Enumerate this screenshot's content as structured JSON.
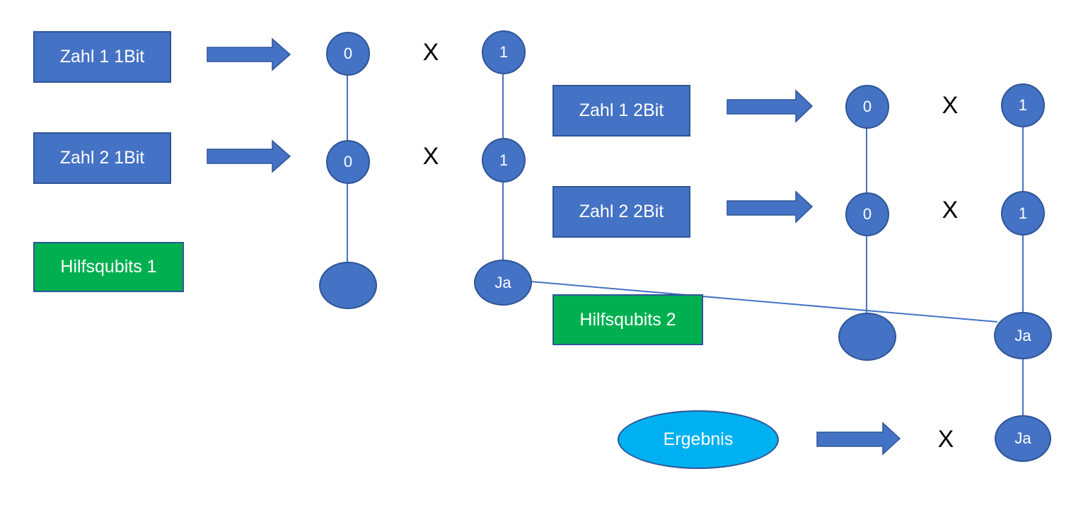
{
  "colors": {
    "node": "#4472c4",
    "outline": "#2f5597",
    "helper": "#00b050",
    "result": "#00b0f0",
    "line": "#4472c4"
  },
  "labels": {
    "zahl1_bit1": "Zahl 1 1Bit",
    "zahl2_bit1": "Zahl 2 1Bit",
    "hilfsqubits1": "Hilfsqubits 1",
    "zahl1_bit2": "Zahl 1 2Bit",
    "zahl2_bit2": "Zahl 2 2Bit",
    "hilfsqubits2": "Hilfsqubits 2",
    "ergebnis": "Ergebnis"
  },
  "nodes": {
    "a_top": "0",
    "a_mid": "0",
    "a_bot": "",
    "b_top": "1",
    "b_mid": "1",
    "b_bot": "Ja",
    "c_top": "0",
    "c_mid": "0",
    "c_bot": "",
    "d_top": "1",
    "d_mid": "1",
    "d_bot": "Ja",
    "result_node": "Ja"
  },
  "x_symbol": "X",
  "icons": {
    "arrow": "right-block-arrow-icon"
  }
}
